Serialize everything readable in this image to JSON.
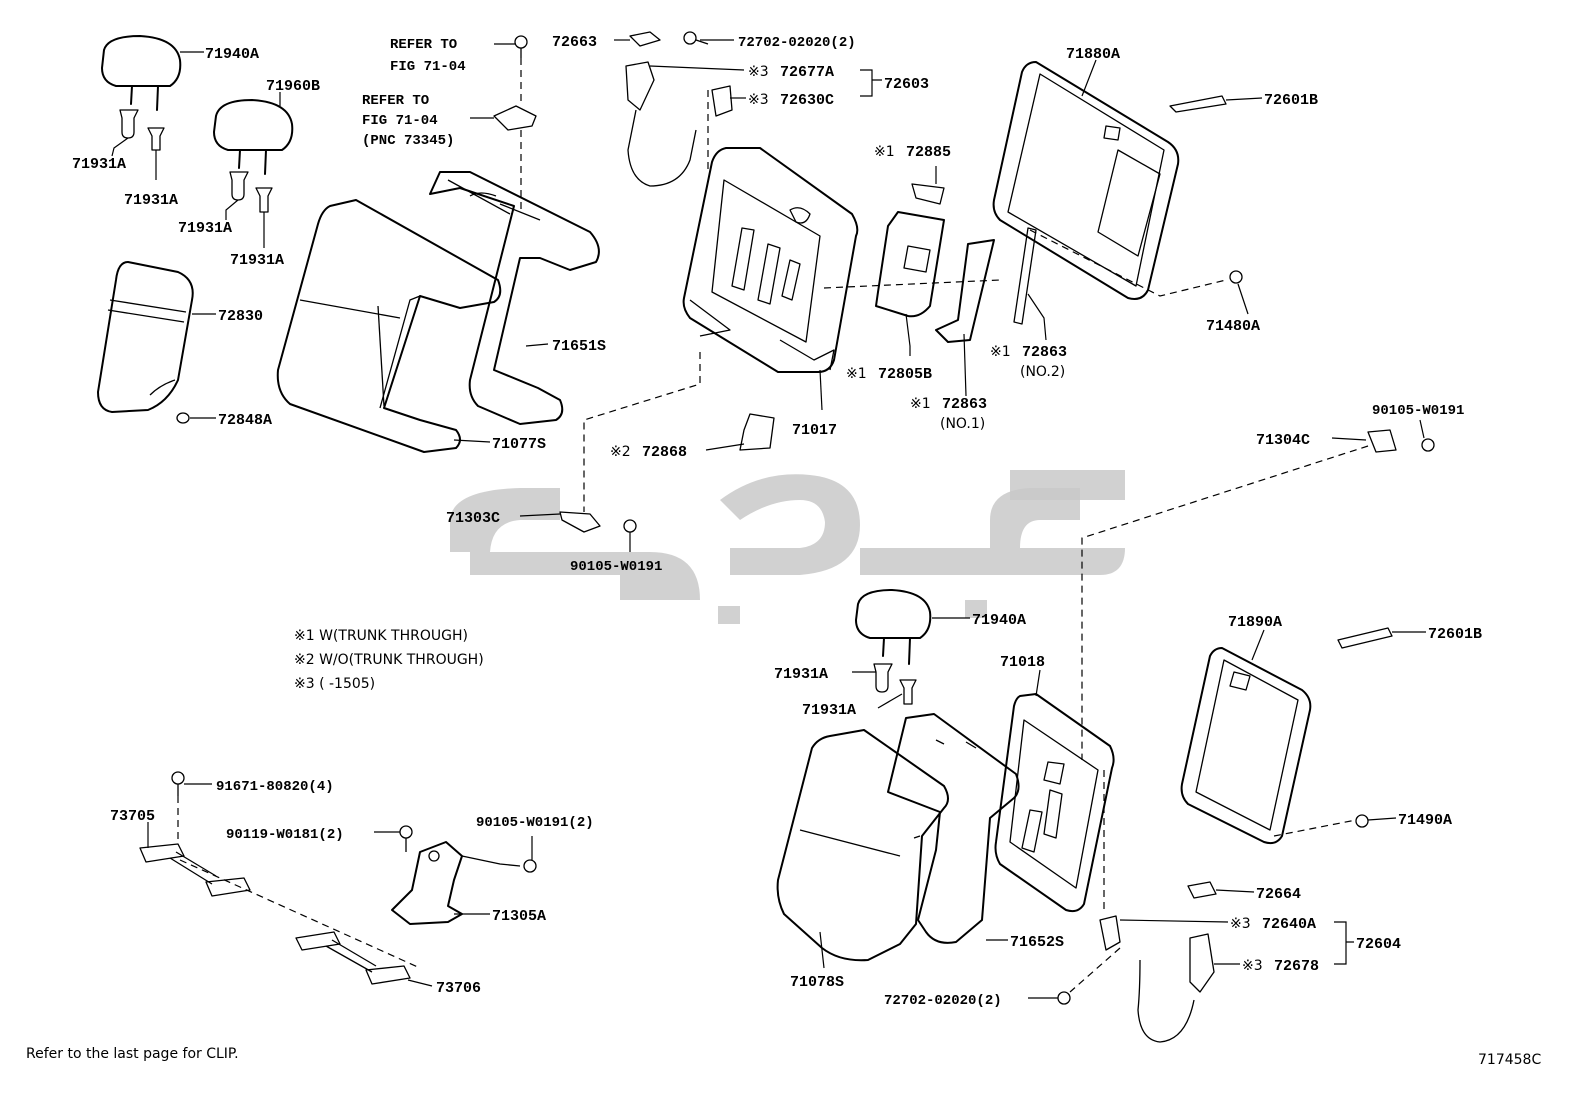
{
  "labels": {
    "p71940A_top": "71940A",
    "p71960B": "71960B",
    "p71931A_1": "71931A",
    "p71931A_2": "71931A",
    "p71931A_3": "71931A",
    "p71931A_4": "71931A",
    "p72830": "72830",
    "p72848A": "72848A",
    "p71651S": "71651S",
    "p71077S": "71077S",
    "refer1_a": "REFER TO",
    "refer1_b": "FIG 71-04",
    "refer2_a": "REFER TO",
    "refer2_b": "FIG 71-04",
    "refer2_c": "(PNC 73345)",
    "p72663": "72663",
    "p72702_top": "72702-02020(2)",
    "p72677A": "72677A",
    "p72630C": "72630C",
    "p72603": "72603",
    "p71880A": "71880A",
    "p72601B_top": "72601B",
    "p72885": "72885",
    "p71480A": "71480A",
    "p72863_no2": "72863",
    "p72863_no2_sub": "(NO.2)",
    "p72805B": "72805B",
    "p72863_no1": "72863",
    "p72863_no1_sub": "(NO.1)",
    "p71017": "71017",
    "p72868": "72868",
    "p90105_right": "90105-W0191",
    "p71304C": "71304C",
    "p71303C": "71303C",
    "p90105_mid": "90105-W0191",
    "p71940A_bot": "71940A",
    "p71018": "71018",
    "p71931A_5": "71931A",
    "p71931A_6": "71931A",
    "p71890A": "71890A",
    "p72601B_bot": "72601B",
    "p71490A": "71490A",
    "p72664": "72664",
    "p72640A": "72640A",
    "p72604": "72604",
    "p72678": "72678",
    "p71652S": "71652S",
    "p71078S": "71078S",
    "p72702_bot": "72702-02020(2)",
    "p91671": "91671-80820(4)",
    "p73705": "73705",
    "p90119": "90119-W0181(2)",
    "p90105_low": "90105-W0191(2)",
    "p71305A": "71305A",
    "p73706": "73706"
  },
  "marks": {
    "m1_a": "※1",
    "m1_b": "※1",
    "m1_c": "※1",
    "m1_d": "※1",
    "m2": "※2",
    "m3_a": "※3",
    "m3_b": "※3",
    "m3_c": "※3",
    "m3_d": "※3"
  },
  "notes": {
    "n1": "※1 W(TRUNK THROUGH)",
    "n2": "※2 W/O(TRUNK THROUGH)",
    "n3": "※3 (       -1505)"
  },
  "footer": {
    "left": "Refer to the last page for CLIP.",
    "right": "717458C"
  }
}
